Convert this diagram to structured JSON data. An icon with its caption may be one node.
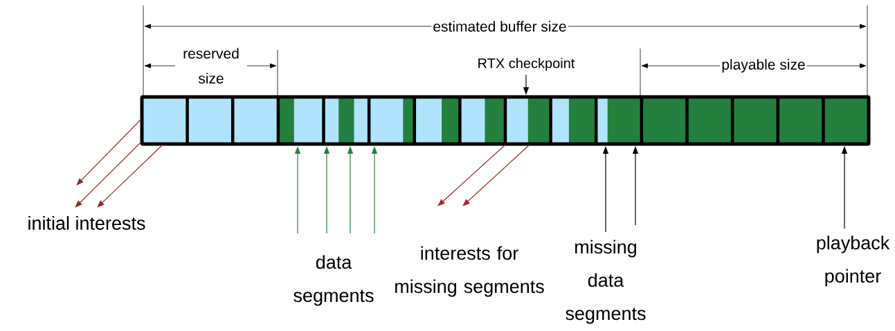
{
  "diagram": {
    "nodes": [
      {
        "text": [],
        "shape": "bar"
      },
      {
        "text": [
          "initial interests"
        ]
      },
      {
        "text": [
          "data segments"
        ]
      },
      {
        "text": [
          "interests for missing segments"
        ]
      },
      {
        "text": [
          "missing data segments"
        ]
      },
      {
        "text": [
          "playback pointer"
        ]
      },
      {
        "text": [
          "RTX checkpoint"
        ]
      }
    ],
    "edges": [
      {
        "from": 0,
        "to": 1,
        "arrow": "to",
        "color": "#a02828"
      },
      {
        "from": 0,
        "to": 1,
        "arrow": "to",
        "color": "#a02828"
      },
      {
        "from": 0,
        "to": 1,
        "arrow": "to",
        "color": "#a02828"
      },
      {
        "from": 2,
        "to": 0,
        "arrow": "to",
        "color": "#23803f"
      },
      {
        "from": 2,
        "to": 0,
        "arrow": "to",
        "color": "#23803f"
      },
      {
        "from": 2,
        "to": 0,
        "arrow": "to",
        "color": "#23803f"
      },
      {
        "from": 2,
        "to": 0,
        "arrow": "to",
        "color": "#23803f"
      },
      {
        "from": 0,
        "to": 3,
        "arrow": "to",
        "color": "#a02828"
      },
      {
        "from": 0,
        "to": 3,
        "arrow": "to",
        "color": "#a02828"
      },
      {
        "from": 4,
        "to": 0,
        "arrow": "to",
        "color": "#000000"
      },
      {
        "from": 4,
        "to": 0,
        "arrow": "to",
        "color": "#000000"
      },
      {
        "from": 5,
        "to": 0,
        "arrow": "to",
        "color": "#000000"
      },
      {
        "from": 6,
        "to": 0,
        "arrow": "to",
        "color": "#000000"
      }
    ],
    "labels": [
      "estimated buffer size",
      "reserved size",
      "playable size"
    ]
  }
}
